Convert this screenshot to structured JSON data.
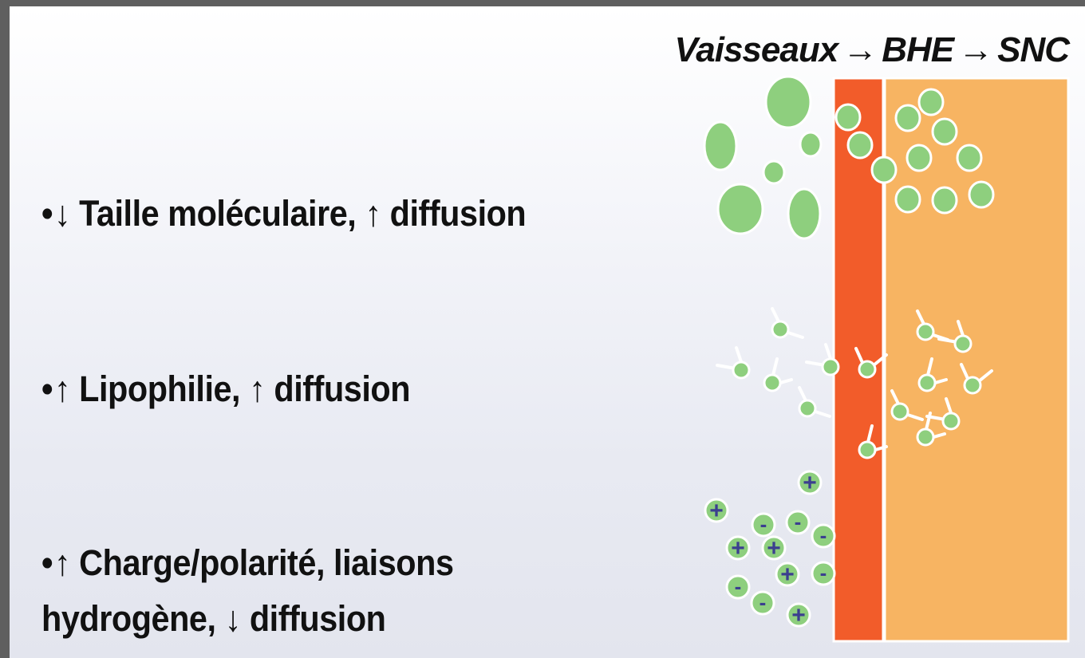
{
  "header": {
    "vessels": "Vaisseaux",
    "arrow1": "→",
    "bbb": "BHE",
    "arrow2": "→",
    "cns": "SNC"
  },
  "bullets": [
    {
      "dot": "•",
      "arrow": "↓",
      "text": "Taille moléculaire, ↑ diffusion"
    },
    {
      "dot": "•",
      "arrow": "↑",
      "text": "Lipophilie, ↑ diffusion"
    },
    {
      "dot": "•",
      "arrow": "↑",
      "line1": "Charge/polarité, liaisons",
      "line2": "hydrogène, ↓ diffusion"
    }
  ],
  "charges": {
    "plus": "+",
    "minus": "-"
  },
  "colors": {
    "bbb_layer": "#f25c2a",
    "cns_layer": "#f7b462",
    "molecule": "#8ecf7e",
    "text": "#111111",
    "charge_sign": "#3b3f8f"
  }
}
